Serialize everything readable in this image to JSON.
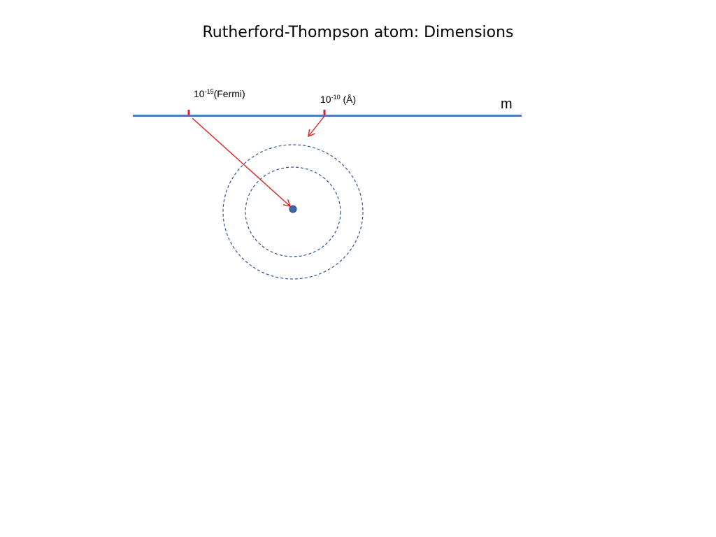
{
  "slide": {
    "title": "Rutherford-Thompson atom: Dimensions"
  },
  "scale": {
    "unit": "m",
    "markers": [
      {
        "base": "10",
        "exponent": "-15",
        "suffix": "(Fermi)"
      },
      {
        "base": "10",
        "exponent": "-10",
        "suffix": " (Å)"
      }
    ]
  },
  "colors": {
    "axis": "#4a7cc0",
    "marker": "#e02020",
    "arrow": "#e02020",
    "orbit": "#2f5597",
    "nucleus": "#3f68a8"
  }
}
